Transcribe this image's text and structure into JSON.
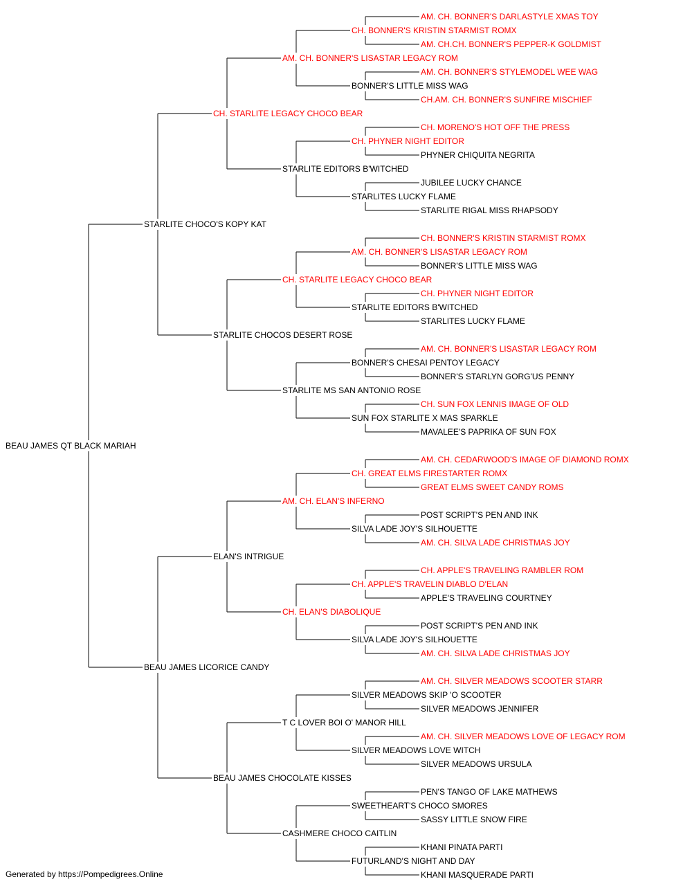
{
  "colors": {
    "champion": "#ff0000",
    "regular": "#000000",
    "line": "#333333"
  },
  "pedigree": {
    "name": "BEAU JAMES QT BLACK MARIAH",
    "champion": false,
    "sire": {
      "name": "STARLITE CHOCO'S KOPY KAT",
      "champion": false,
      "sire": {
        "name": "CH. STARLITE LEGACY CHOCO BEAR",
        "champion": true,
        "sire": {
          "name": "AM. CH. BONNER'S LISASTAR LEGACY ROM",
          "champion": true,
          "sire": {
            "name": "CH. BONNER'S KRISTIN STARMIST ROMX",
            "champion": true,
            "sire": {
              "name": "AM. CH. BONNER'S DARLASTYLE XMAS TOY",
              "champion": true
            },
            "dam": {
              "name": "AM. CH.CH. BONNER'S PEPPER-K GOLDMIST",
              "champion": true
            }
          },
          "dam": {
            "name": "BONNER'S LITTLE MISS WAG",
            "champion": false,
            "sire": {
              "name": "AM. CH. BONNER'S STYLEMODEL WEE WAG",
              "champion": true
            },
            "dam": {
              "name": "CH.AM. CH. BONNER'S SUNFIRE MISCHIEF",
              "champion": true
            }
          }
        },
        "dam": {
          "name": "STARLITE EDITORS B'WITCHED",
          "champion": false,
          "sire": {
            "name": "CH. PHYNER NIGHT EDITOR",
            "champion": true,
            "sire": {
              "name": "CH. MORENO'S HOT OFF THE PRESS",
              "champion": true
            },
            "dam": {
              "name": "PHYNER CHIQUITA NEGRITA",
              "champion": false
            }
          },
          "dam": {
            "name": "STARLITES LUCKY FLAME",
            "champion": false,
            "sire": {
              "name": "JUBILEE LUCKY CHANCE",
              "champion": false
            },
            "dam": {
              "name": "STARLITE RIGAL MISS RHAPSODY",
              "champion": false
            }
          }
        }
      },
      "dam": {
        "name": "STARLITE CHOCOS DESERT ROSE",
        "champion": false,
        "sire": {
          "name": "CH. STARLITE LEGACY CHOCO BEAR",
          "champion": true,
          "sire": {
            "name": "AM. CH. BONNER'S LISASTAR LEGACY ROM",
            "champion": true,
            "sire": {
              "name": "CH. BONNER'S KRISTIN STARMIST ROMX",
              "champion": true
            },
            "dam": {
              "name": "BONNER'S LITTLE MISS WAG",
              "champion": false
            }
          },
          "dam": {
            "name": "STARLITE EDITORS B'WITCHED",
            "champion": false,
            "sire": {
              "name": "CH. PHYNER NIGHT EDITOR",
              "champion": true
            },
            "dam": {
              "name": "STARLITES LUCKY FLAME",
              "champion": false
            }
          }
        },
        "dam": {
          "name": "STARLITE MS SAN ANTONIO ROSE",
          "champion": false,
          "sire": {
            "name": "BONNER'S CHESAI PENTOY LEGACY",
            "champion": false,
            "sire": {
              "name": "AM. CH. BONNER'S LISASTAR LEGACY ROM",
              "champion": true
            },
            "dam": {
              "name": "BONNER'S STARLYN GORG'US PENNY",
              "champion": false
            }
          },
          "dam": {
            "name": "SUN FOX STARLITE X MAS SPARKLE",
            "champion": false,
            "sire": {
              "name": "CH. SUN FOX LENNIS IMAGE OF OLD",
              "champion": true
            },
            "dam": {
              "name": "MAVALEE'S PAPRIKA OF SUN FOX",
              "champion": false
            }
          }
        }
      }
    },
    "dam": {
      "name": "BEAU JAMES LICORICE CANDY",
      "champion": false,
      "sire": {
        "name": "ELAN'S INTRIGUE",
        "champion": false,
        "sire": {
          "name": "AM. CH. ELAN'S INFERNO",
          "champion": true,
          "sire": {
            "name": "CH. GREAT ELMS FIRESTARTER ROMX",
            "champion": true,
            "sire": {
              "name": "AM. CH. CEDARWOOD'S IMAGE OF DIAMOND ROMX",
              "champion": true
            },
            "dam": {
              "name": "GREAT ELMS SWEET CANDY ROMS",
              "champion": true
            }
          },
          "dam": {
            "name": "SILVA LADE JOY'S SILHOUETTE",
            "champion": false,
            "sire": {
              "name": "POST SCRIPT'S PEN AND INK",
              "champion": false
            },
            "dam": {
              "name": "AM. CH. SILVA LADE CHRISTMAS JOY",
              "champion": true
            }
          }
        },
        "dam": {
          "name": "CH. ELAN'S DIABOLIQUE",
          "champion": true,
          "sire": {
            "name": "CH. APPLE'S TRAVELIN DIABLO D'ELAN",
            "champion": true,
            "sire": {
              "name": "CH. APPLE'S TRAVELING RAMBLER ROM",
              "champion": true
            },
            "dam": {
              "name": "APPLE'S TRAVELING COURTNEY",
              "champion": false
            }
          },
          "dam": {
            "name": "SILVA LADE JOY'S SILHOUETTE",
            "champion": false,
            "sire": {
              "name": "POST SCRIPT'S PEN AND INK",
              "champion": false
            },
            "dam": {
              "name": "AM. CH. SILVA LADE CHRISTMAS JOY",
              "champion": true
            }
          }
        }
      },
      "dam": {
        "name": "BEAU JAMES CHOCOLATE KISSES",
        "champion": false,
        "sire": {
          "name": "T C LOVER BOI O' MANOR HILL",
          "champion": false,
          "sire": {
            "name": "SILVER MEADOWS SKIP 'O SCOOTER",
            "champion": false,
            "sire": {
              "name": "AM. CH. SILVER MEADOWS SCOOTER STARR",
              "champion": true
            },
            "dam": {
              "name": "SILVER MEADOWS JENNIFER",
              "champion": false
            }
          },
          "dam": {
            "name": "SILVER MEADOWS LOVE WITCH",
            "champion": false,
            "sire": {
              "name": "AM. CH. SILVER MEADOWS LOVE OF LEGACY ROM",
              "champion": true
            },
            "dam": {
              "name": "SILVER MEADOWS URSULA",
              "champion": false
            }
          }
        },
        "dam": {
          "name": "CASHMERE CHOCO CAITLIN",
          "champion": false,
          "sire": {
            "name": "SWEETHEART'S CHOCO SMORES",
            "champion": false,
            "sire": {
              "name": "PEN'S TANGO OF LAKE MATHEWS",
              "champion": false
            },
            "dam": {
              "name": "SASSY LITTLE SNOW FIRE",
              "champion": false
            }
          },
          "dam": {
            "name": "FUTURLAND'S NIGHT AND DAY",
            "champion": false,
            "sire": {
              "name": "KHANI PINATA PARTI",
              "champion": false
            },
            "dam": {
              "name": "KHANI MASQUERADE PARTI",
              "champion": false
            }
          }
        }
      }
    }
  },
  "footer": {
    "text": "Generated by https://Pompedigrees.Online"
  }
}
